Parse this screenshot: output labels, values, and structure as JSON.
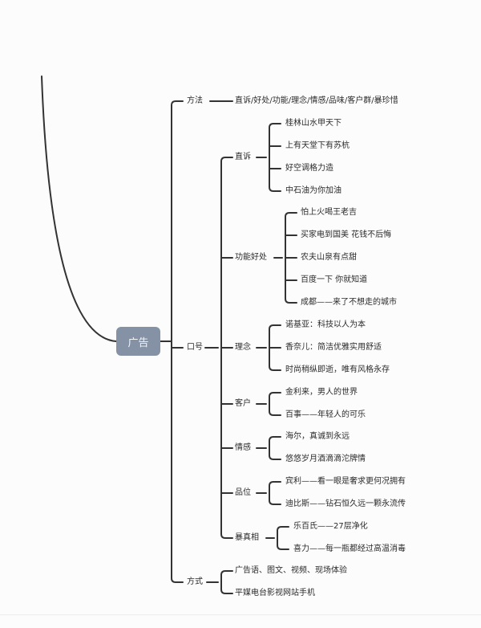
{
  "mindmap": {
    "root": "广告",
    "branches": [
      {
        "label": "方法",
        "children": [
          {
            "label": "直诉/好处/功能/理念/情感/品味/客户群/暴珍惜"
          }
        ]
      },
      {
        "label": "口号",
        "children": [
          {
            "label": "直诉",
            "children": [
              "桂林山水甲天下",
              "上有天堂下有苏杭",
              "好空调格力造",
              "中石油为你加油"
            ]
          },
          {
            "label": "功能好处",
            "children": [
              "怕上火喝王老吉",
              "买家电到国美 花钱不后悔",
              "农夫山泉有点甜",
              "百度一下 你就知道",
              "成都——来了不想走的城市"
            ]
          },
          {
            "label": "理念",
            "children": [
              "诺基亚：科技以人为本",
              "香奈儿：简洁优雅实用舒适",
              "时尚稍纵即逝，唯有风格永存"
            ]
          },
          {
            "label": "客户",
            "children": [
              "金利来，男人的世界",
              "百事——年轻人的可乐"
            ]
          },
          {
            "label": "情感",
            "children": [
              "海尔，真诚到永远",
              "悠悠岁月酒滴滴沱牌情"
            ]
          },
          {
            "label": "品位",
            "children": [
              "宾利——看一眼是奢求更何况拥有",
              "迪比斯——钻石恒久远一颗永流传"
            ]
          },
          {
            "label": "暴真相",
            "children": [
              "乐百氏——27层净化",
              "喜力——每一瓶都经过高温消毒"
            ]
          }
        ]
      },
      {
        "label": "方式",
        "children": [
          {
            "label": "广告语、图文、视频、现场体验"
          },
          {
            "label": "平媒电台影视网站手机"
          }
        ]
      }
    ]
  },
  "colors": {
    "root_fill": "#8592a6",
    "root_text": "#f2f4f7",
    "line": "#333333",
    "background": "#fcfcfc"
  }
}
